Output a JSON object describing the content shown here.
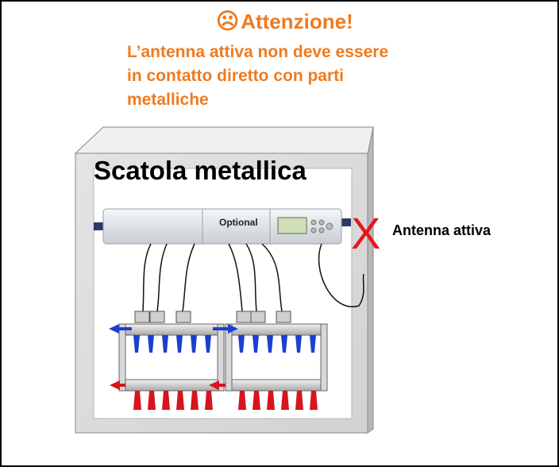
{
  "warning": {
    "icon": "smiley-icon",
    "title": "Attenzione!",
    "lines": [
      "L’antenna attiva non deve essere",
      "in contatto diretto con parti",
      "metalliche"
    ],
    "color": "#f07a1e"
  },
  "diagram": {
    "box_label": "Scatola metallica",
    "optional_label": "Optional",
    "antenna_label": "Antenna attiva",
    "x_mark": "X",
    "x_color": "#e8141c",
    "box_color": "#e6e6e6"
  }
}
